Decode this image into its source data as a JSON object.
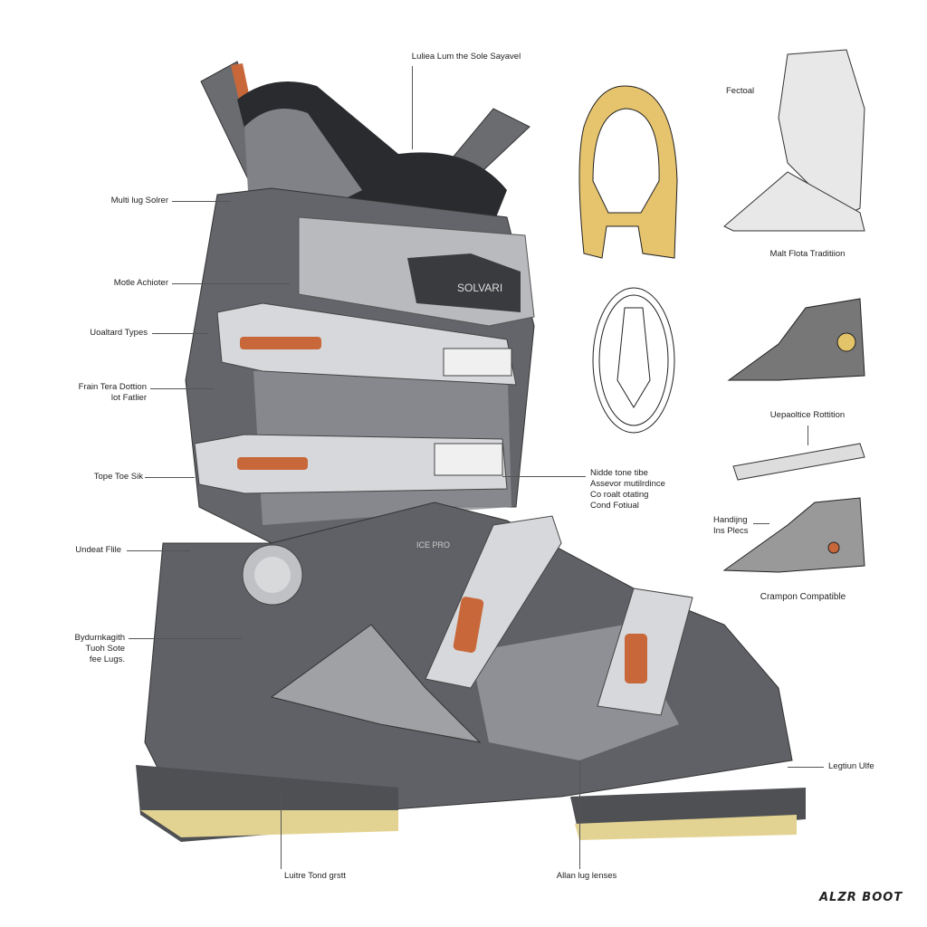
{
  "labels": {
    "top": "Luliea Lum the Sole Sayavel",
    "multi_lug": "Multi lug Solrer",
    "motle": "Motle Achioter",
    "uoaltard": "Uoaltard Types",
    "frain_1": "Frain Tera Dottion",
    "frain_2": "lot Fatlier",
    "tope_toe": "Tope Toe Sik",
    "undeat": "Undeat Flile",
    "bydurn_1": "Bydurnkagith",
    "bydurn_2": "Tuoh Sote",
    "bydurn_3": "fee Lugs.",
    "bottom_left": "Luitre Tond grstt",
    "bottom_mid": "Allan lug lenses",
    "legtiun": "Legtiun Ulfe",
    "nidde_1": "Nidde tone tibe",
    "nidde_2": "Assevor mutilrdince",
    "nidde_3": "Co roalt otating",
    "nidde_4": "Cond Fotiual",
    "fectoal": "Fectoal",
    "malt_flota": "Malt Flota Traditiion",
    "uepaoltice": "Uepaoltice Rottition",
    "handijng_1": "Handijng",
    "handijng_2": "Ins Plecs",
    "crampon": "Crampon Compatible"
  },
  "boot_brand": "SOLVARI",
  "boot_side_text": "ICE PRO",
  "signature": "ALZR BOOT",
  "colors": {
    "shell": "#5f6166",
    "shell_light": "#9a9ca0",
    "sole": "#e3d392",
    "accent": "#c8683a",
    "liner": "#2a2b2e"
  }
}
